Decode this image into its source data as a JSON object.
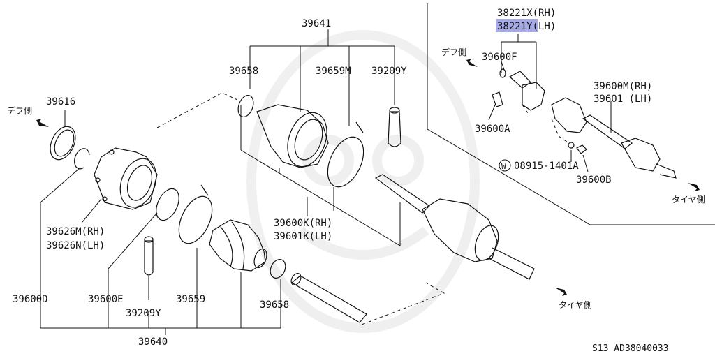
{
  "labels": {
    "p39641": "39641",
    "p39658_top": "39658",
    "p39659M": "39659M",
    "p39209Y_top": "39209Y",
    "p39616": "39616",
    "p39626M": "39626M(RH)",
    "p39626N": "39626N(LH)",
    "p39600K": "39600K(RH)",
    "p39601K": "39601K(LH)",
    "p39600D": "39600D",
    "p39600E": "39600E",
    "p39209Y_bot": "39209Y",
    "p39659": "39659",
    "p39658_bot": "39658",
    "p39640": "39640",
    "p38221X": "38221X(RH)",
    "p38221Y": "38221Y(LH)",
    "p39600F": "39600F",
    "p39600A": "39600A",
    "p39600M": "39600M(RH)",
    "p39601": "39601  (LH)",
    "p08915": "08915-1401A",
    "p39600B": "39600B",
    "w_symbol": "W",
    "diff_side": "デフ側",
    "tire_side": "タイヤ側",
    "footer": "S13  AD38040033"
  },
  "colors": {
    "highlight": "#a6aae6",
    "ink": "#111111"
  }
}
